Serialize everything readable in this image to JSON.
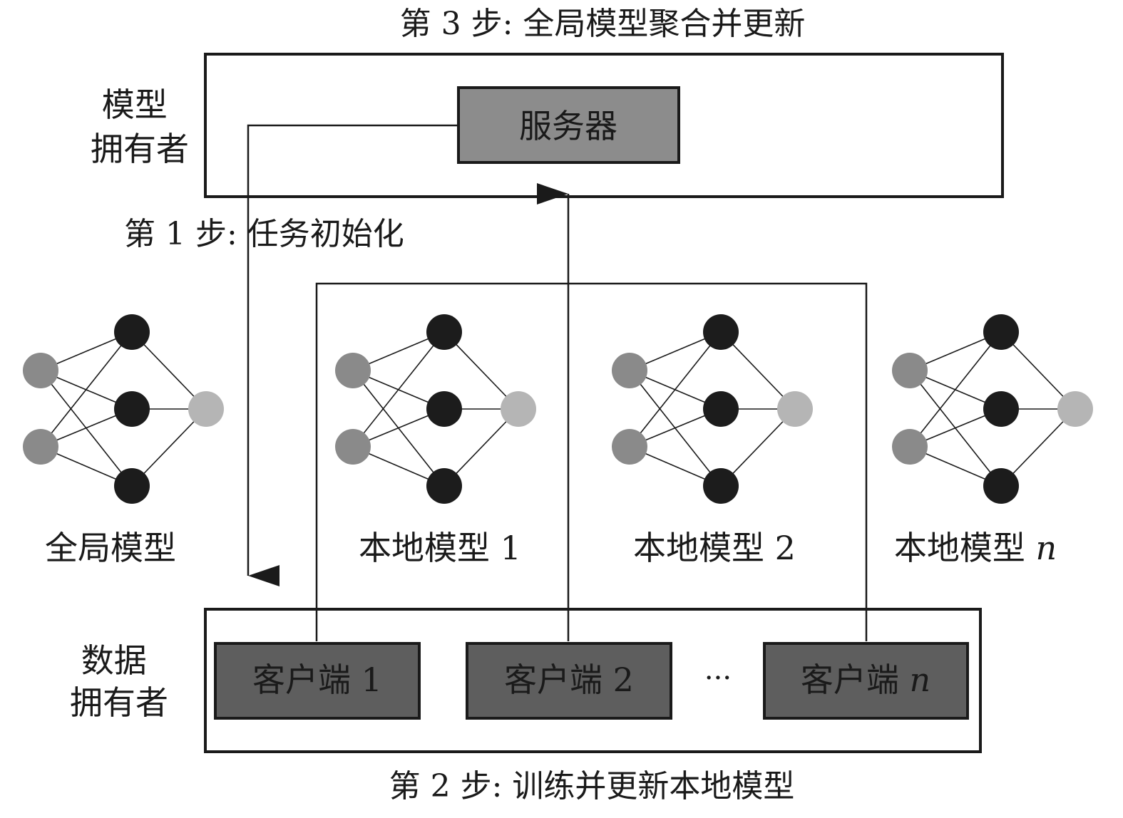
{
  "step3_label": "第 3 步: 全局模型聚合并更新",
  "step1_label": "第 1 步: 任务初始化",
  "step2_label": "第 2 步: 训练并更新本地模型",
  "model_owner": {
    "line1": "模型",
    "line2": "拥有者"
  },
  "data_owner": {
    "line1": "数据",
    "line2": "拥有者"
  },
  "server": {
    "label": "服务器"
  },
  "clients": [
    {
      "prefix": "客户端 ",
      "id": "1"
    },
    {
      "prefix": "客户端 ",
      "id": "2"
    },
    {
      "prefix": "客户端 ",
      "id": "n"
    }
  ],
  "ellipsis": "···",
  "networks": [
    {
      "prefix": "全局模型",
      "suffix": ""
    },
    {
      "prefix": "本地模型 ",
      "suffix": "1"
    },
    {
      "prefix": "本地模型 ",
      "suffix": "2"
    },
    {
      "prefix": "本地模型 ",
      "suffix": "n"
    }
  ],
  "colors": {
    "server_fill": "#8c8c8c",
    "client_fill": "#5e5e5e",
    "input_node": "#8a8a8a",
    "hidden_node": "#1c1c1c",
    "output_node": "#b5b5b5",
    "stroke": "#1a1a1a"
  }
}
